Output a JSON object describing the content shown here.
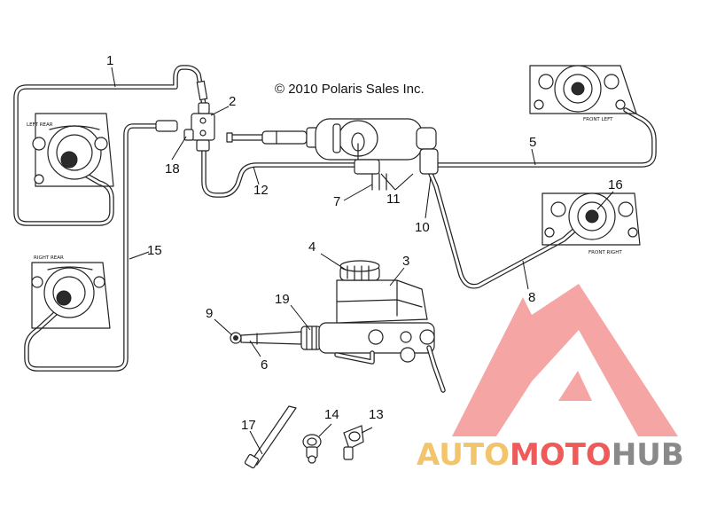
{
  "copyright": "© 2010 Polaris Sales Inc.",
  "caliper_labels": {
    "left_rear": "LEFT REAR",
    "right_rear": "RIGHT REAR",
    "front_left": "FRONT LEFT",
    "front_right": "FRONT RIGHT"
  },
  "callouts": {
    "c1": "1",
    "c2": "2",
    "c3": "3",
    "c4": "4",
    "c5": "5",
    "c6": "6",
    "c7": "7",
    "c8": "8",
    "c9": "9",
    "c10": "10",
    "c11": "11",
    "c12": "12",
    "c13": "13",
    "c14": "14",
    "c15": "15",
    "c16": "16",
    "c17": "17",
    "c18": "18",
    "c19": "19"
  },
  "watermark": {
    "word_auto": "AUTO",
    "word_moto": "MOTO",
    "word_hub": "HUB",
    "color_auto": "#f2c46b",
    "color_moto": "#ef5b5b",
    "color_hub": "#8a8a8a"
  }
}
